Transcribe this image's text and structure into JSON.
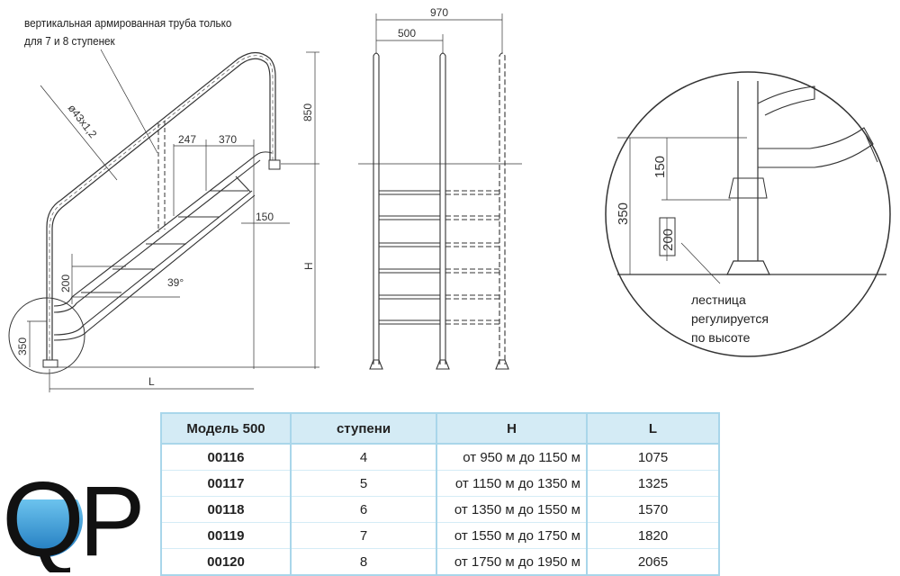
{
  "annotations": {
    "note_line1": "вертикальная армированная труба только",
    "note_line2": "для 7 и 8 ступенек",
    "pipe_diameter": "ø43x1,2",
    "dim_850": "850",
    "dim_247": "247",
    "dim_370": "370",
    "dim_150_side": "150",
    "dim_H": "H",
    "dim_200_side": "200",
    "angle": "39°",
    "dim_350_side": "350",
    "dim_L": "L",
    "dim_970": "970",
    "dim_500": "500",
    "detail_350": "350",
    "detail_150": "150",
    "detail_200": "200",
    "detail_note_line1": "лестница",
    "detail_note_line2": "регулируется",
    "detail_note_line3": "по высоте"
  },
  "table": {
    "headers": [
      "Модель  500",
      "ступени",
      "H",
      "L"
    ],
    "rows": [
      [
        "00116",
        "4",
        "от 950 м до 1150 м",
        "1075"
      ],
      [
        "00117",
        "5",
        "от 1150 м до 1350 м",
        "1325"
      ],
      [
        "00118",
        "6",
        "от 1350 м до 1550 м",
        "1570"
      ],
      [
        "00119",
        "7",
        "от 1550 м до 1750 м",
        "1820"
      ],
      [
        "00120",
        "8",
        "от 1750 м до 1950 м",
        "2065"
      ]
    ]
  },
  "logo": {
    "text": "QP",
    "water_color": "#1e8fd0"
  },
  "colors": {
    "table_border": "#a9d6ea",
    "table_header": "#d4ebf5",
    "line": "#333333"
  }
}
